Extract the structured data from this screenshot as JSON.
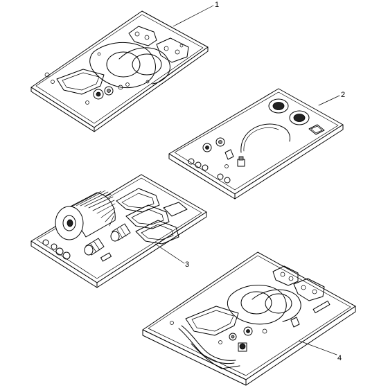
{
  "callouts": [
    {
      "id": "kit-1",
      "label": "1"
    },
    {
      "id": "kit-2",
      "label": "2"
    },
    {
      "id": "kit-3",
      "label": "3"
    },
    {
      "id": "kit-4",
      "label": "4"
    }
  ]
}
